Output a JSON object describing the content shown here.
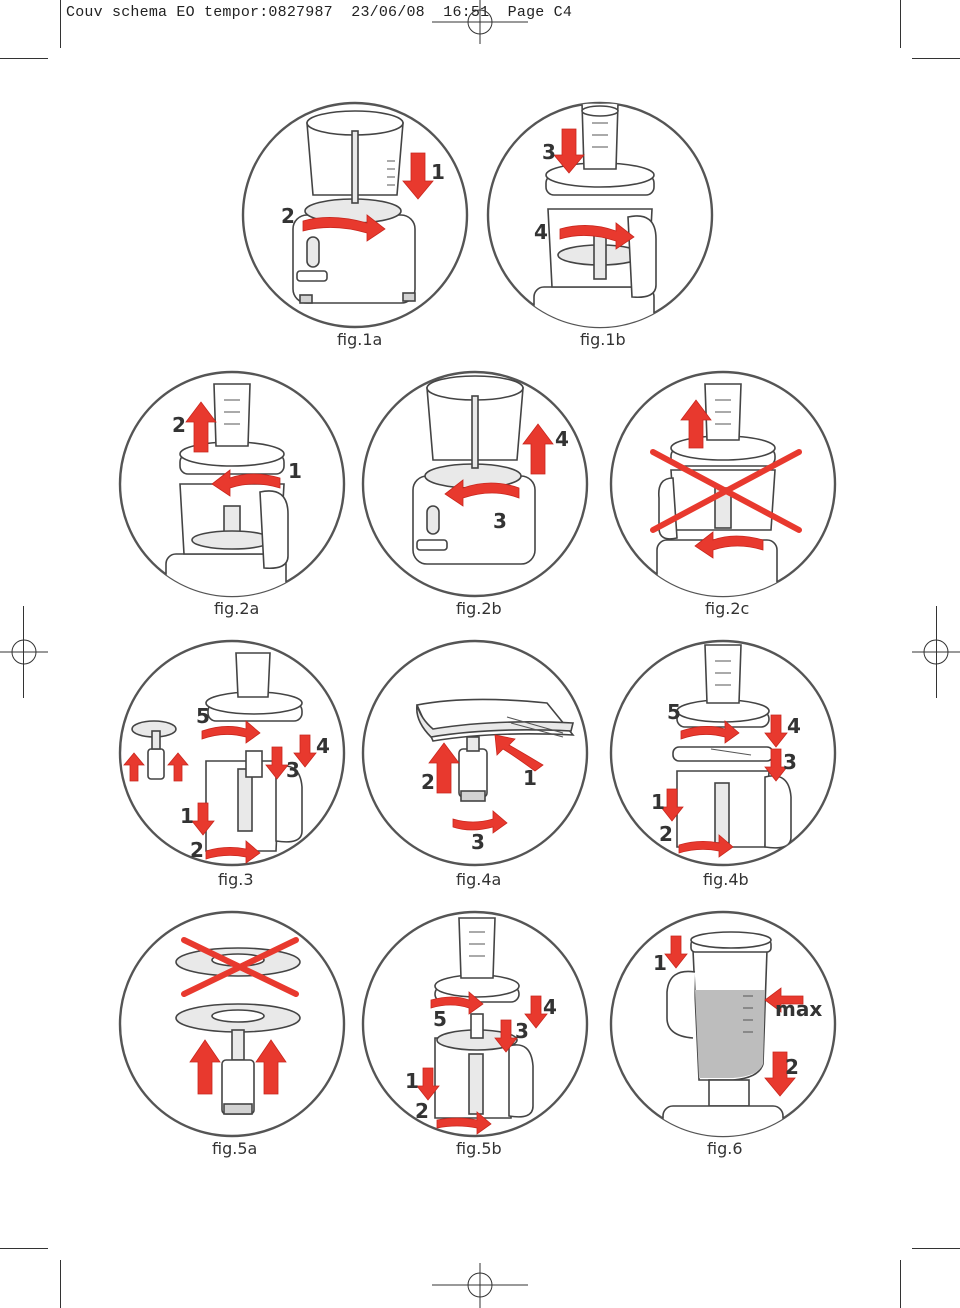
{
  "header": {
    "text": "Couv schema EO tempor:0827987  23/06/08  16:51  Page C4"
  },
  "figures": [
    {
      "id": "fig1a",
      "caption": "fig.1a",
      "steps": [
        "1",
        "2"
      ]
    },
    {
      "id": "fig1b",
      "caption": "fig.1b",
      "steps": [
        "3",
        "4"
      ]
    },
    {
      "id": "fig2a",
      "caption": "fig.2a",
      "steps": [
        "2",
        "1"
      ]
    },
    {
      "id": "fig2b",
      "caption": "fig.2b",
      "steps": [
        "4",
        "3"
      ]
    },
    {
      "id": "fig2c",
      "caption": "fig.2c",
      "steps": []
    },
    {
      "id": "fig3",
      "caption": "fig.3",
      "steps": [
        "5",
        "4",
        "3",
        "1",
        "2"
      ]
    },
    {
      "id": "fig4a",
      "caption": "fig.4a",
      "steps": [
        "2",
        "1",
        "3"
      ]
    },
    {
      "id": "fig4b",
      "caption": "fig.4b",
      "steps": [
        "5",
        "4",
        "3",
        "1",
        "2"
      ]
    },
    {
      "id": "fig5a",
      "caption": "fig.5a",
      "steps": []
    },
    {
      "id": "fig5b",
      "caption": "fig.5b",
      "steps": [
        "4",
        "5",
        "3",
        "1",
        "2"
      ]
    },
    {
      "id": "fig6",
      "caption": "fig.6",
      "steps": [
        "1",
        "max",
        "2"
      ]
    }
  ],
  "colors": {
    "arrow": "#e8392e",
    "outline": "#444444",
    "circle": "#555555"
  }
}
